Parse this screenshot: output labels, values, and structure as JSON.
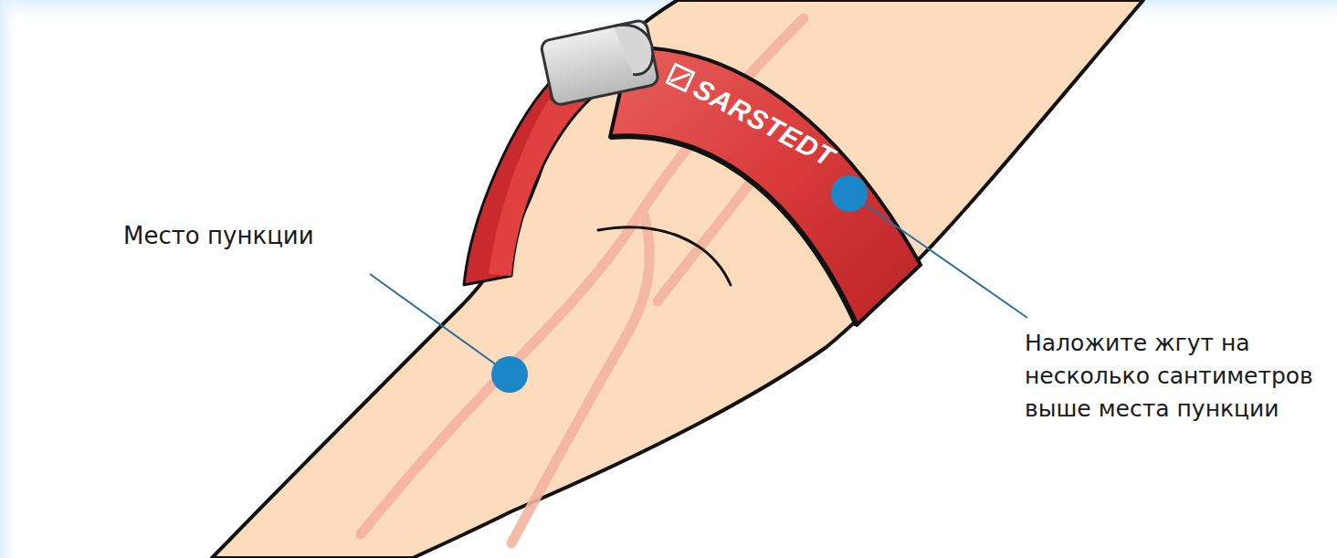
{
  "diagram": {
    "labels": [
      "Место пункции",
      "Наложите жгут на несколько сантиметров выше места пункции",
      "SARSTEDT"
    ]
  }
}
